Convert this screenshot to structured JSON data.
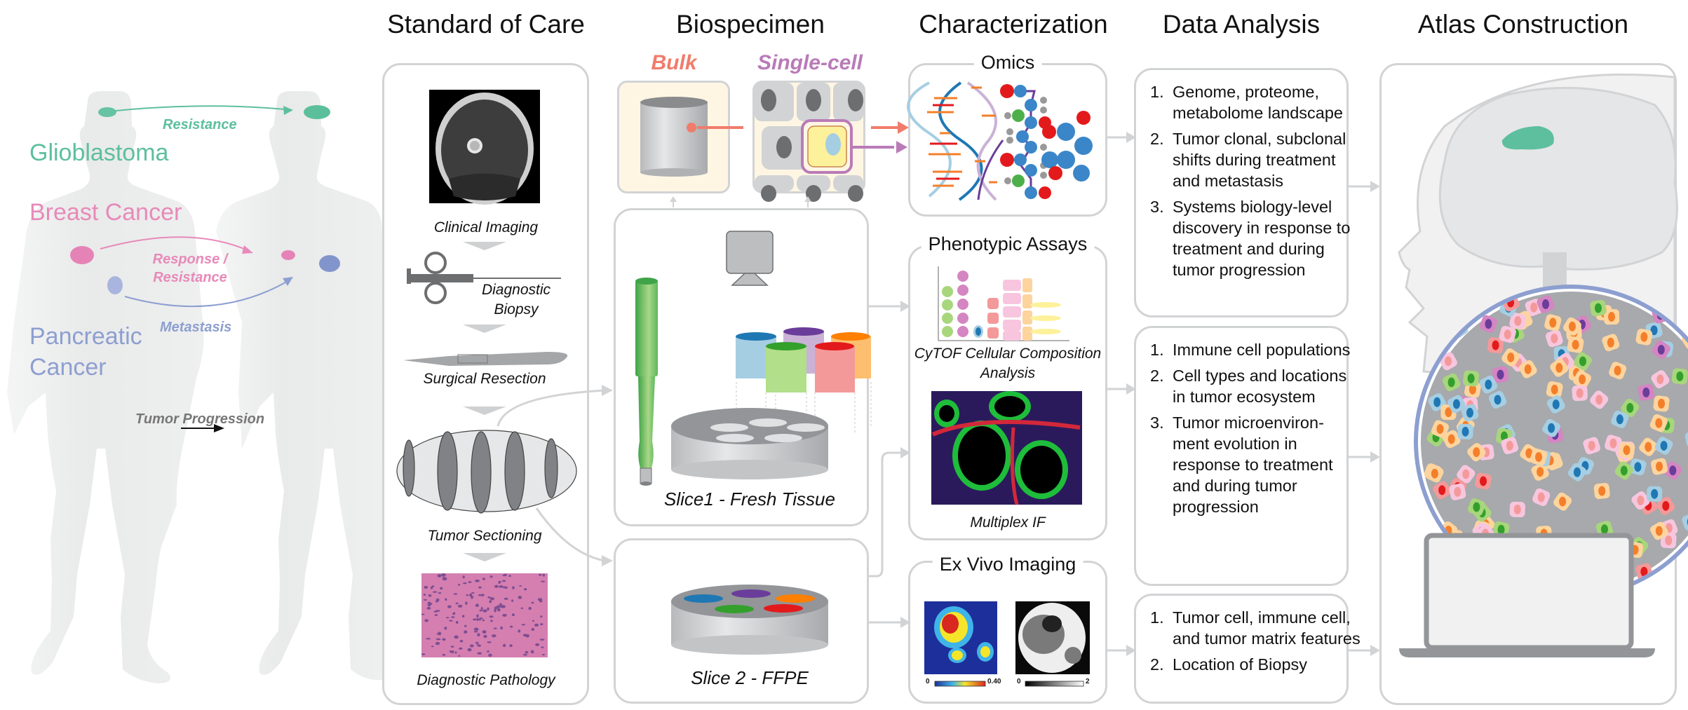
{
  "headers": {
    "standard_of_care": "Standard of Care",
    "biospecimen": "Biospecimen",
    "characterization": "Characterization",
    "data_analysis": "Data Analysis",
    "atlas_construction": "Atlas Construction"
  },
  "patients": {
    "diseases": [
      {
        "name": "Glioblastoma",
        "color": "#5dbf9e"
      },
      {
        "name": "Breast Cancer",
        "color": "#e78ab9"
      },
      {
        "name": "Pancreatic Cancer",
        "color": "#8d9fd0"
      }
    ],
    "transitions": {
      "glioblastoma": "Resistance",
      "breast": "Response / Resistance",
      "pancreatic": "Metastasis"
    },
    "progression_label": "Tumor Progression"
  },
  "standard_of_care": {
    "steps": [
      "Clinical Imaging",
      "Diagnostic Biopsy",
      "Surgical Resection",
      "Tumor Sectioning",
      "Diagnostic Pathology"
    ]
  },
  "biospecimen": {
    "bulk_label": "Bulk",
    "single_cell_label": "Single-cell",
    "slice1_label": "Slice1 - Fresh Tissue",
    "slice2_label": "Slice 2 - FFPE",
    "colors": {
      "bulk": "#f07c6b",
      "single_cell": "#b97bb8"
    }
  },
  "characterization": {
    "omics_title": "Omics",
    "phenotypic_title": "Phenotypic Assays",
    "cytof_label": "CyTOF Cellular Composition Analysis",
    "multiplex_label": "Multiplex IF",
    "exvivo_title": "Ex Vivo Imaging",
    "heatmap_scale": {
      "min": "0",
      "max": "0.40"
    },
    "grayscale_scale": {
      "min": "0",
      "max": "2"
    }
  },
  "data_analysis": {
    "omics_items": [
      "Genome, proteome, metabolome landscape",
      "Tumor clonal, subclonal shifts during treatment and metastasis",
      "Systems biology-level discovery in response to treatment and during tumor progression"
    ],
    "phenotypic_items": [
      "Immune cell populations",
      "Cell types and locations in tumor ecosystem",
      "Tumor microenviron-ment evolution in response to treatment and during tumor progression"
    ],
    "imaging_items": [
      "Tumor cell, immune cell, and tumor matrix features",
      "Location of Biopsy"
    ]
  }
}
